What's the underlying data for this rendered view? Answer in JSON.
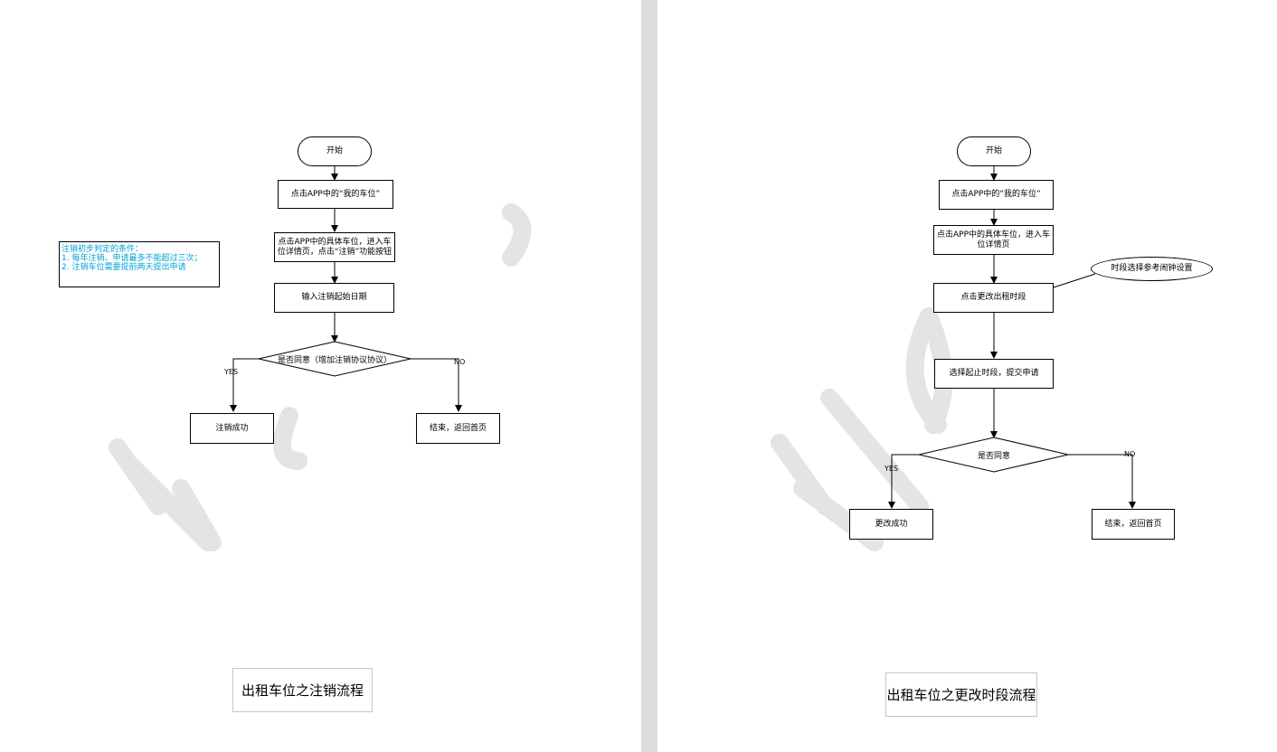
{
  "left_flow": {
    "start": "开始",
    "step1": "点击APP中的“我的车位”",
    "step2": "点击APP中的具体车位，进入车位详情页，点击“注销”功能按钮",
    "step3": "输入注销起始日期",
    "decision": "是否同意（增加注销协议协议）",
    "yes_label": "YES",
    "no_label": "NO",
    "yes_result": "注销成功",
    "no_result": "结束，返回首页",
    "note": {
      "title": "注销初步判定的条件：",
      "line1": "1. 每年注销、申请最多不能超过三次；",
      "line2": "2. 注销车位需要提前两天提出申请"
    },
    "caption": "出租车位之注销流程"
  },
  "right_flow": {
    "start": "开始",
    "step1": "点击APP中的“我的车位”",
    "step2": "点击APP中的具体车位，进入车位详情页",
    "step3": "点击更改出租时段",
    "annotation": "时段选择参考闹钟设置",
    "step4": "选择起止时段，提交申请",
    "decision": "是否同意",
    "yes_label": "YES",
    "no_label": "NO",
    "yes_result": "更改成功",
    "no_result": "结束，返回首页",
    "caption": "出租车位之更改时段流程"
  },
  "colors": {
    "note_text": "#00a2d6",
    "divider": "#dcdcdc",
    "watermark": "#e4e4e4"
  }
}
